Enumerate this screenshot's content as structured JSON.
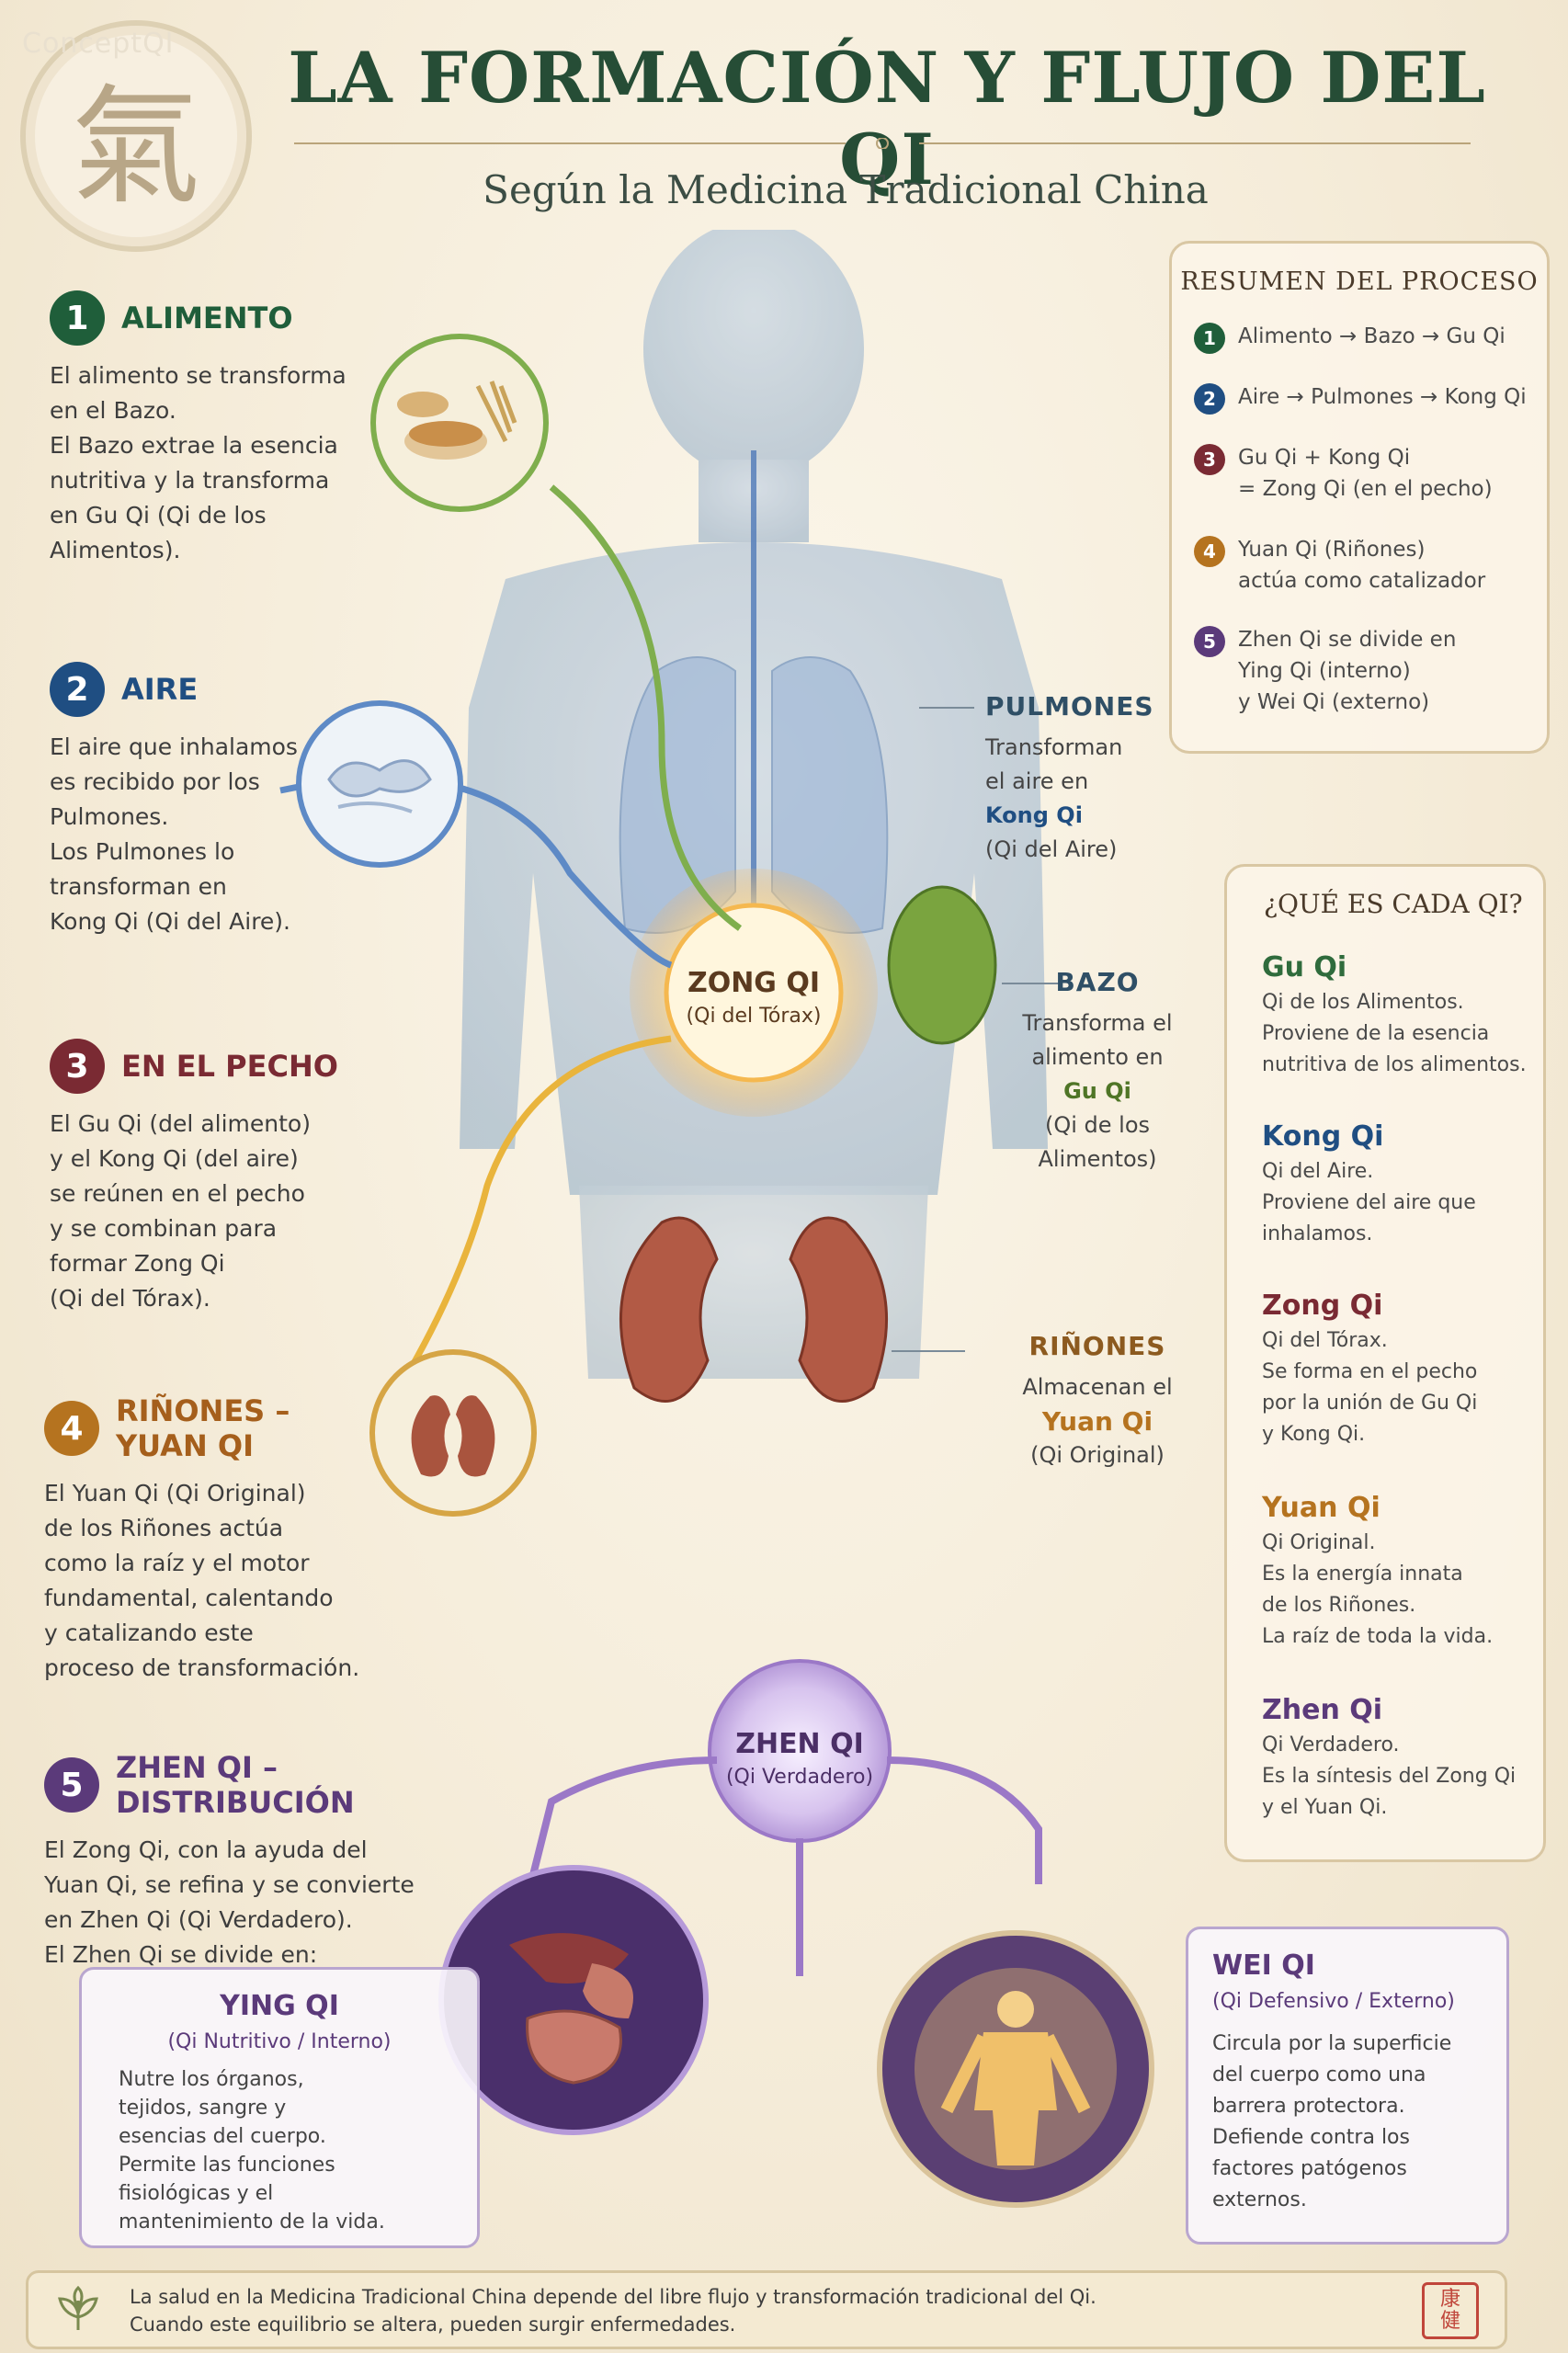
{
  "header": {
    "title": "LA FORMACIÓN Y FLUJO DEL QI",
    "subtitle": "Según la Medicina Tradicional China",
    "logo_char": "氣",
    "watermark": "ConceptQI"
  },
  "steps": [
    {
      "num": "1",
      "title": "ALIMENTO",
      "color": "#1f5e3a",
      "lines": [
        "El alimento se transforma",
        "en el Bazo.",
        "El Bazo extrae la esencia",
        "nutritiva y la transforma",
        "en Gu Qi (Qi de los",
        "Alimentos)."
      ]
    },
    {
      "num": "2",
      "title": "AIRE",
      "color": "#1f4e82",
      "lines": [
        "El aire que inhalamos",
        "es recibido por los",
        "Pulmones.",
        "Los Pulmones lo",
        "transforman en",
        "Kong Qi (Qi del Aire)."
      ]
    },
    {
      "num": "3",
      "title": "EN EL PECHO",
      "color": "#7a2a33",
      "lines": [
        "El Gu Qi (del alimento)",
        "y el Kong Qi (del aire)",
        "se reúnen en el pecho",
        "y se combinan para",
        "formar Zong Qi",
        "(Qi del Tórax)."
      ]
    },
    {
      "num": "4",
      "title": "RIÑONES – YUAN QI",
      "color": "#b5731f",
      "lines": [
        "El Yuan Qi (Qi Original)",
        "de los Riñones actúa",
        "como la raíz y el motor",
        "fundamental, calentando",
        "y catalizando este",
        "proceso de transformación."
      ]
    },
    {
      "num": "5",
      "title": "ZHEN QI – DISTRIBUCIÓN",
      "color": "#5b3a7a",
      "lines": [
        "El Zong Qi, con la ayuda del",
        "Yuan Qi, se refina y se convierte",
        "en Zhen Qi (Qi Verdadero).",
        "El Zhen Qi se divide en:"
      ]
    }
  ],
  "resumen": {
    "title": "RESUMEN DEL PROCESO",
    "items": [
      {
        "num": "1",
        "color": "#1f5e3a",
        "lines": [
          "Alimento → Bazo → Gu Qi"
        ]
      },
      {
        "num": "2",
        "color": "#1f4e82",
        "lines": [
          "Aire → Pulmones → Kong Qi"
        ]
      },
      {
        "num": "3",
        "color": "#7a2a33",
        "lines": [
          "Gu Qi + Kong Qi",
          "= Zong Qi (en el pecho)"
        ]
      },
      {
        "num": "4",
        "color": "#b5731f",
        "lines": [
          "Yuan Qi (Riñones)",
          "actúa como catalizador"
        ]
      },
      {
        "num": "5",
        "color": "#5b3a7a",
        "lines": [
          "Zhen Qi se divide en",
          "Ying Qi (interno)",
          "y Wei Qi (externo)"
        ]
      }
    ]
  },
  "cada_qi": {
    "title": "¿QUÉ ES CADA QI?",
    "items": [
      {
        "name": "Gu Qi",
        "color": "#2f6b3c",
        "lines": [
          "Qi de los Alimentos.",
          "Proviene de la esencia",
          "nutritiva de los alimentos."
        ]
      },
      {
        "name": "Kong Qi",
        "color": "#1f4e82",
        "lines": [
          "Qi del Aire.",
          "Proviene del aire que",
          "inhalamos."
        ]
      },
      {
        "name": "Zong Qi",
        "color": "#7a2a33",
        "lines": [
          "Qi del Tórax.",
          "Se forma en el pecho",
          "por la unión de Gu Qi",
          "y Kong Qi."
        ]
      },
      {
        "name": "Yuan Qi",
        "color": "#b5731f",
        "lines": [
          "Qi Original.",
          "Es la energía innata",
          "de los Riñones.",
          "La raíz de toda la vida."
        ]
      },
      {
        "name": "Zhen Qi",
        "color": "#5b3a7a",
        "lines": [
          "Qi Verdadero.",
          "Es la síntesis del Zong Qi",
          "y el Yuan Qi."
        ]
      }
    ]
  },
  "organs": {
    "pulmones": {
      "title": "PULMONES",
      "lines": [
        "Transforman",
        "el aire en",
        "Kong Qi",
        "(Qi del Aire)"
      ]
    },
    "bazo": {
      "title": "BAZO",
      "lines": [
        "Transforma el",
        "alimento en",
        "Gu Qi",
        "(Qi de los",
        "Alimentos)"
      ]
    },
    "rinones": {
      "title": "RIÑONES",
      "lines": [
        "Almacenan el",
        "Yuan Qi",
        "(Qi Original)"
      ]
    }
  },
  "nodes": {
    "zong": {
      "title": "ZONG QI",
      "sub": "(Qi del Tórax)"
    },
    "zhen": {
      "title": "ZHEN QI",
      "sub": "(Qi Verdadero)"
    }
  },
  "ying": {
    "title": "YING QI",
    "sub": "(Qi Nutritivo / Interno)",
    "lines": [
      "Nutre los órganos,",
      "tejidos, sangre y",
      "esencias del cuerpo.",
      "Permite las funciones",
      "fisiológicas y el",
      "mantenimiento de la vida."
    ]
  },
  "wei": {
    "title": "WEI QI",
    "sub": "(Qi Defensivo / Externo)",
    "lines": [
      "Circula por la superficie",
      "del cuerpo como una",
      "barrera protectora.",
      "Defiende contra los",
      "factores patógenos",
      "externos."
    ]
  },
  "footer": {
    "line1": "La salud en la Medicina Tradicional China depende del libre flujo y transformación tradicional del Qi.",
    "line2": "Cuando este equilibrio se altera, pueden surgir enfermedades.",
    "seal": "康\n健"
  }
}
